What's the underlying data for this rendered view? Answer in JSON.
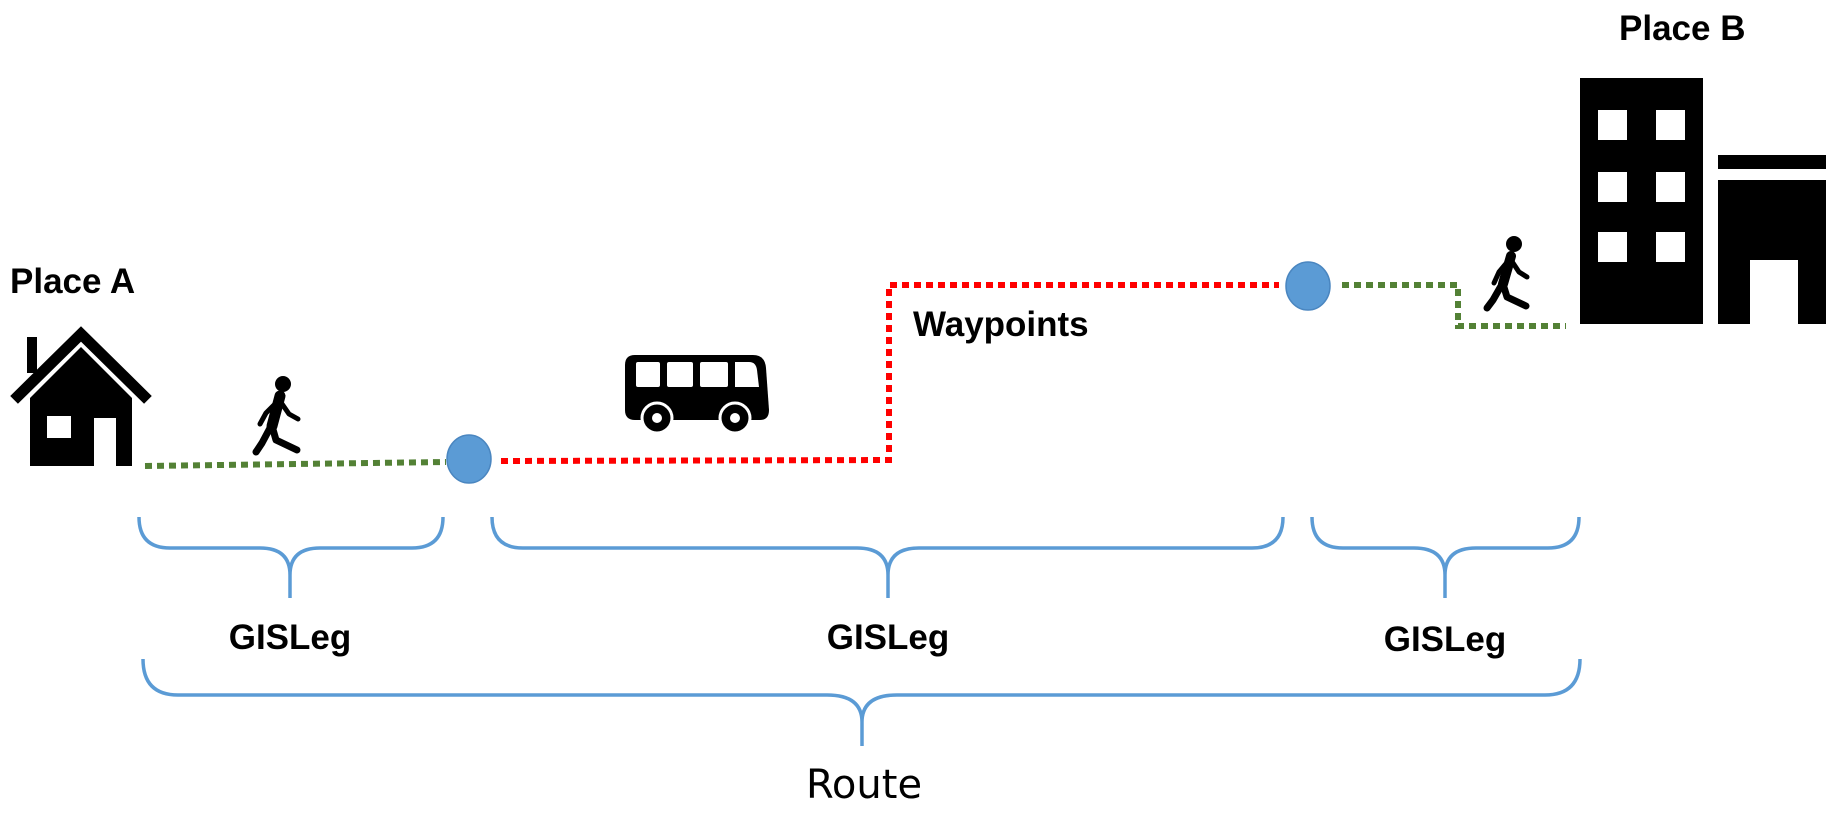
{
  "places": {
    "a": "Place A",
    "b": "Place B"
  },
  "labels": {
    "waypoints": "Waypoints",
    "legs": [
      "GISLeg",
      "GISLeg",
      "GISLeg"
    ],
    "route": "Route"
  },
  "icons": {
    "origin": "house-icon",
    "destination": "office-building-icon",
    "walk_1": "walking-person-icon",
    "transit": "bus-icon",
    "walk_2": "walking-person-icon"
  },
  "colors": {
    "walk_segment": "#538135",
    "transit_segment": "#FF0000",
    "waypoint_node": "#5B9BD5",
    "brace": "#5B9BD5",
    "icons": "#000000"
  }
}
